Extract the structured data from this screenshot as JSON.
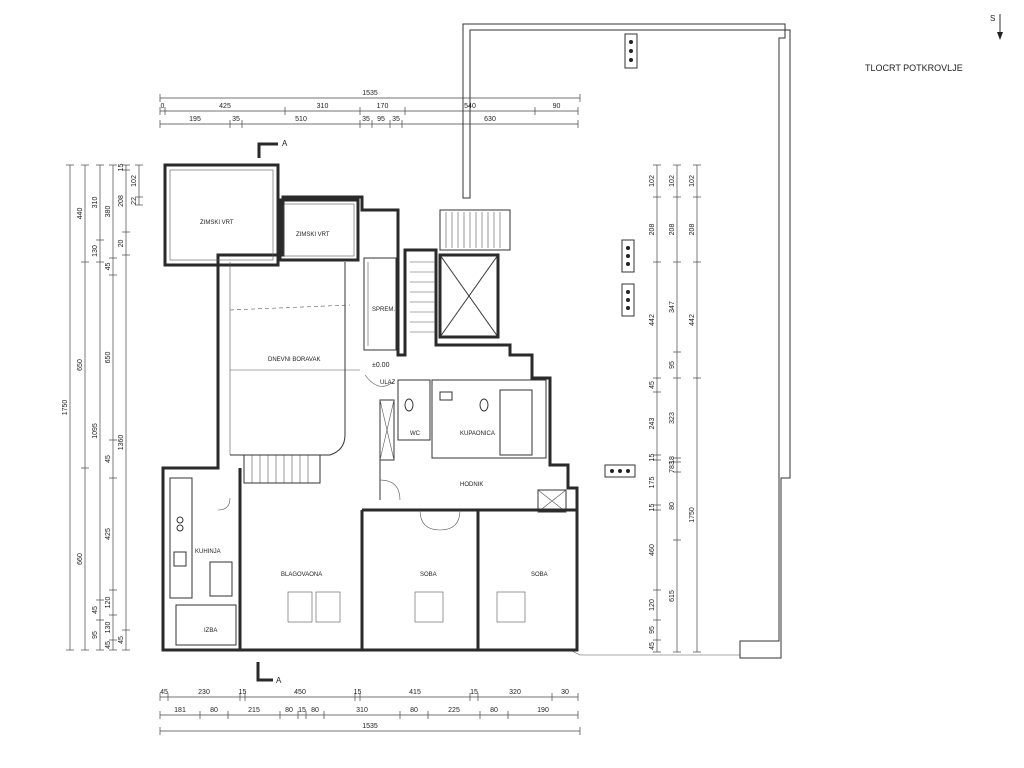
{
  "plan": {
    "title": "TLOCRT POTKROVLJE",
    "north_label": "S",
    "section_label": "A",
    "level_label": "±0.00",
    "rooms": {
      "zimski_vrt_1": "ZIMSKI VRT",
      "zimski_vrt_2": "ZIMSKI VRT",
      "sprem": "SPREM.",
      "dnevni": "DNEVNI BORAVAK",
      "ulaz": "ULAZ",
      "wc": "WC",
      "kupaonica": "KUPAONICA",
      "hodnik": "HODNIK",
      "kuhinja": "KUHINJA",
      "blagovaona": "BLAGOVAONA",
      "soba_1": "SOBA",
      "soba_2": "SOBA",
      "izba": "IZBA"
    },
    "dims_top": {
      "total": "1535",
      "row1": [
        "0",
        "425",
        "310",
        "170",
        "540",
        "90"
      ],
      "row2": [
        "195",
        "35",
        "510",
        "35",
        "95",
        "35",
        "630"
      ]
    },
    "dims_bottom": {
      "row1": [
        "45",
        "230",
        "15",
        "450",
        "15",
        "415",
        "15",
        "320",
        "30"
      ],
      "row2": [
        "181",
        "80",
        "215",
        "80",
        "15",
        "80",
        "310",
        "80",
        "225",
        "80",
        "190"
      ],
      "total": "1535"
    },
    "dims_left": {
      "col1": [
        "1750"
      ],
      "col2": [
        "440",
        "650",
        "660"
      ],
      "col3": [
        "310",
        "130",
        "1095",
        "45",
        "95"
      ],
      "col4": [
        "380",
        "45",
        "650",
        "45",
        "425",
        "120",
        "130",
        "45"
      ],
      "col5": [
        "15",
        "208",
        "20",
        "1360",
        "45"
      ],
      "col6": [
        "102",
        "22"
      ]
    },
    "dims_right": {
      "col1": [
        "102",
        "208",
        "442",
        "45",
        "243",
        "15",
        "175",
        "15",
        "460",
        "120",
        "95",
        "45"
      ],
      "col2": [
        "102",
        "208",
        "347",
        "95",
        "323",
        "18",
        "783",
        "80",
        "615"
      ],
      "col3": [
        "102",
        "208",
        "442",
        "1750"
      ]
    }
  }
}
